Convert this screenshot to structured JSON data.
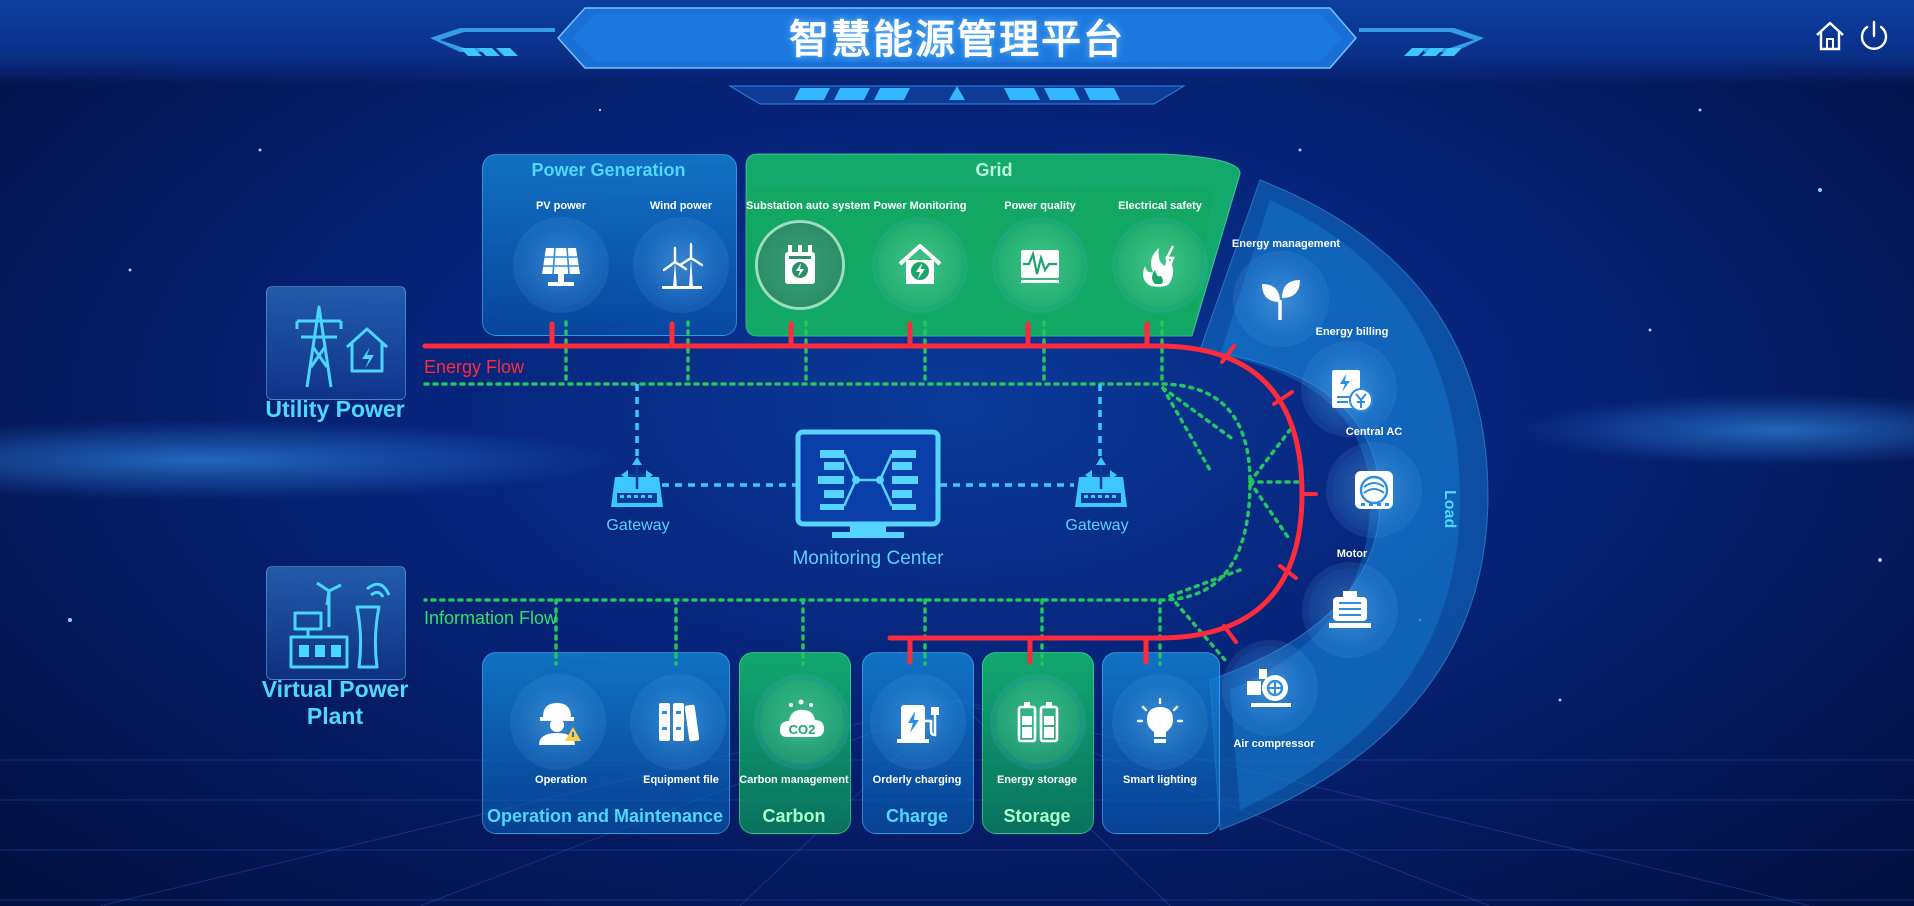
{
  "header": {
    "title": "智慧能源管理平台",
    "home_icon": "home-icon",
    "power_icon": "power-icon"
  },
  "flows": {
    "energy_label": "Energy Flow",
    "information_label": "Information Flow"
  },
  "left": {
    "utility_label": "Utility Power",
    "vpp_label_line1": "Virtual Power",
    "vpp_label_line2": "Plant"
  },
  "center": {
    "gateway_left": "Gateway",
    "gateway_right": "Gateway",
    "monitoring_label": "Monitoring Center"
  },
  "top_sections": {
    "power_generation": {
      "title": "Power Generation",
      "items": [
        {
          "label": "PV power",
          "icon": "solar-panel-icon"
        },
        {
          "label": "Wind power",
          "icon": "wind-turbine-icon"
        }
      ]
    },
    "grid": {
      "title": "Grid",
      "items": [
        {
          "label": "Substation auto system",
          "icon": "substation-icon"
        },
        {
          "label": "Power Monitoring",
          "icon": "house-power-icon"
        },
        {
          "label": "Power quality",
          "icon": "waveform-icon"
        },
        {
          "label": "Electrical safety",
          "icon": "fire-icon"
        }
      ]
    }
  },
  "load": {
    "title": "Load",
    "items": [
      {
        "label": "Energy management",
        "icon": "sprout-icon"
      },
      {
        "label": "Energy billing",
        "icon": "billing-icon"
      },
      {
        "label": "Central AC",
        "icon": "air-conditioner-icon"
      },
      {
        "label": "Motor",
        "icon": "motor-icon"
      },
      {
        "label": "Air compressor",
        "icon": "compressor-icon"
      }
    ]
  },
  "bottom_sections": {
    "om": {
      "title": "Operation and Maintenance",
      "items": [
        {
          "label": "Operation",
          "icon": "worker-icon"
        },
        {
          "label": "Equipment file",
          "icon": "files-icon"
        }
      ]
    },
    "carbon": {
      "title": "Carbon",
      "items": [
        {
          "label": "Carbon management",
          "icon": "co2-icon"
        }
      ],
      "co2_text": "CO2"
    },
    "charge": {
      "title": "Charge",
      "items": [
        {
          "label": "Orderly charging",
          "icon": "charger-icon"
        }
      ]
    },
    "storage": {
      "title": "Storage",
      "items": [
        {
          "label": "Energy storage",
          "icon": "battery-icon"
        }
      ]
    },
    "lighting": {
      "items": [
        {
          "label": "Smart lighting",
          "icon": "lightbulb-icon"
        }
      ]
    }
  },
  "colors": {
    "energy_line": "#ff2a3c",
    "info_line": "#22c55e",
    "accent_cyan": "#4fd8ff",
    "grid_green": "#16b86a",
    "panel_blue": "#1488d8"
  }
}
